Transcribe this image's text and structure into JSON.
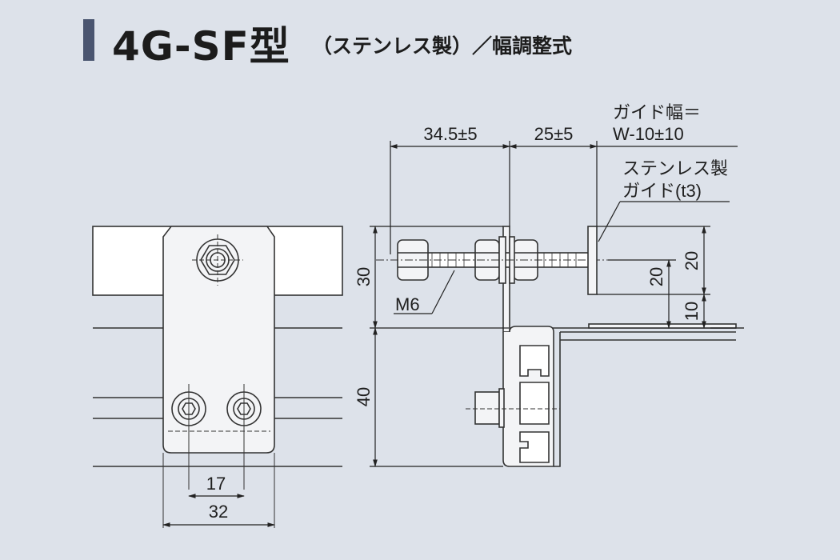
{
  "header": {
    "title": "4G-SF型",
    "subtitle": "（ステンレス製）／幅調整式"
  },
  "dimensions": {
    "top_left": "34.5±5",
    "top_right": "25±5",
    "guide_width_line1": "ガイド幅＝",
    "guide_width_line2": "W-10±10",
    "guide_material_line1": "ステンレス製",
    "guide_material_line2": "ガイド(t3)",
    "left_upper": "30",
    "left_lower": "40",
    "bolt": "M6",
    "right_inner": "20",
    "right_outer": "20",
    "right_bottom": "10",
    "hole_pitch": "17",
    "bracket_width": "32"
  }
}
